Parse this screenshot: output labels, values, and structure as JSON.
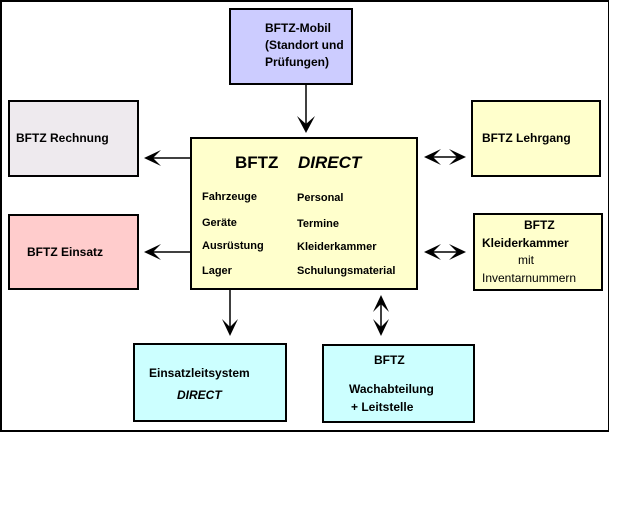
{
  "diagram": {
    "center": {
      "title_prefix": "BFTZ",
      "title_suffix": "DIRECT",
      "left_items": [
        "Fahrzeuge",
        "Geräte",
        "Ausrüstung",
        "Lager"
      ],
      "right_items": [
        "Personal",
        "Termine",
        "Kleiderkammer",
        "Schulungsmaterial"
      ],
      "color": "#FFFFCC"
    },
    "mobil": {
      "lines": [
        "BFTZ-Mobil",
        "(Standort und",
        "Prüfungen)"
      ],
      "color": "#CCCCFF"
    },
    "rechnung": {
      "label": "BFTZ Rechnung",
      "color": "#EEEAEE"
    },
    "einsatz": {
      "label": "BFTZ Einsatz",
      "color": "#FFCCCC"
    },
    "lehrgang": {
      "label": "BFTZ Lehrgang",
      "color": "#FFFFCC"
    },
    "kleiderkammer": {
      "line1": "BFTZ",
      "line2": "Kleiderkammer",
      "line3": "mit",
      "line4": "Inventarnummern",
      "color": "#FFFFCC"
    },
    "einsatzleitsystem": {
      "line1": "Einsatzleitsystem",
      "line2": "DIRECT",
      "color": "#CCFFFF"
    },
    "wachabteilung": {
      "line1": "BFTZ",
      "line2": "Wachabteilung",
      "line3": "+ Leitstelle",
      "color": "#CCFFFF"
    },
    "connections": [
      {
        "from": "BFTZ-Mobil",
        "to": "BFTZ DIRECT",
        "type": "one-way"
      },
      {
        "from": "BFTZ DIRECT",
        "to": "BFTZ Rechnung",
        "type": "one-way"
      },
      {
        "from": "BFTZ DIRECT",
        "to": "BFTZ Einsatz",
        "type": "one-way"
      },
      {
        "from": "BFTZ DIRECT",
        "to": "BFTZ Lehrgang",
        "type": "two-way"
      },
      {
        "from": "BFTZ DIRECT",
        "to": "BFTZ Kleiderkammer",
        "type": "two-way"
      },
      {
        "from": "BFTZ DIRECT",
        "to": "Einsatzleitsystem DIRECT",
        "type": "one-way"
      },
      {
        "from": "BFTZ DIRECT",
        "to": "BFTZ Wachabteilung",
        "type": "two-way"
      }
    ]
  }
}
